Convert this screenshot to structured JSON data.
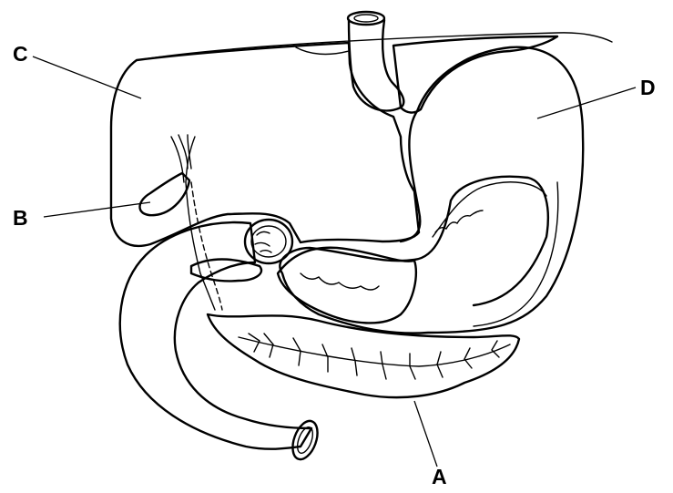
{
  "labels": {
    "a": "A",
    "b": "B",
    "c": "C",
    "d": "D"
  },
  "parts": [
    {
      "key": "liver"
    },
    {
      "key": "stomach"
    },
    {
      "key": "pancreas"
    },
    {
      "key": "gall-bladder"
    },
    {
      "key": "duodenum"
    },
    {
      "key": "oesophagus"
    }
  ],
  "colors": {
    "line": "#000000",
    "fill": "#ffffff",
    "stipple": "#000000"
  }
}
